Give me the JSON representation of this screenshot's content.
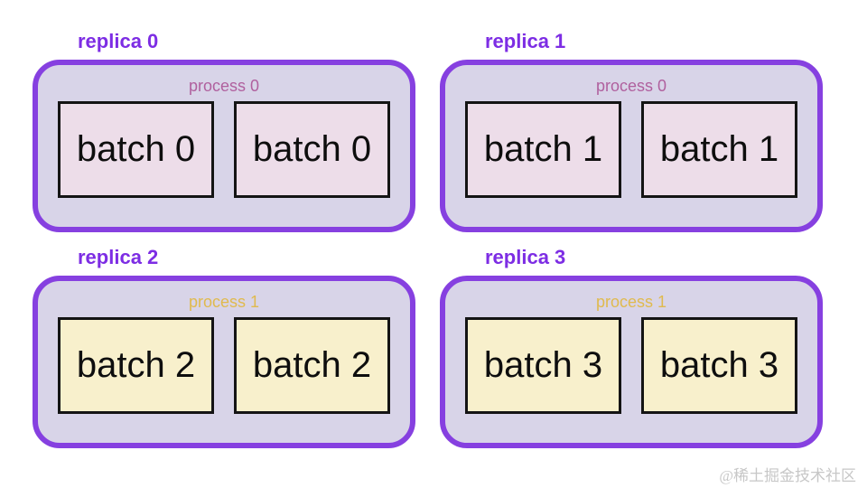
{
  "colors": {
    "replica_border": "#8640e0",
    "replica_fill": "#d8d4e8",
    "replica_label_text": "#7d2de4",
    "process0_label_text": "#b0609e",
    "process1_label_text": "#e0ba4e",
    "batch_pink_fill": "#eddde9",
    "batch_yellow_fill": "#f8f0cc",
    "batch_border": "#141414"
  },
  "replicas": [
    {
      "label": "replica 0",
      "process_label": "process 0",
      "process_color": "#b0609e",
      "batch_fill": "#eddde9",
      "batches": [
        "batch 0",
        "batch 0"
      ]
    },
    {
      "label": "replica 1",
      "process_label": "process 0",
      "process_color": "#b0609e",
      "batch_fill": "#eddde9",
      "batches": [
        "batch 1",
        "batch 1"
      ]
    },
    {
      "label": "replica 2",
      "process_label": "process 1",
      "process_color": "#e0ba4e",
      "batch_fill": "#f8f0cc",
      "batches": [
        "batch 2",
        "batch 2"
      ]
    },
    {
      "label": "replica 3",
      "process_label": "process 1",
      "process_color": "#e0ba4e",
      "batch_fill": "#f8f0cc",
      "batches": [
        "batch 3",
        "batch 3"
      ]
    }
  ],
  "watermark": {
    "text": "@稀土掘金技术社区"
  }
}
